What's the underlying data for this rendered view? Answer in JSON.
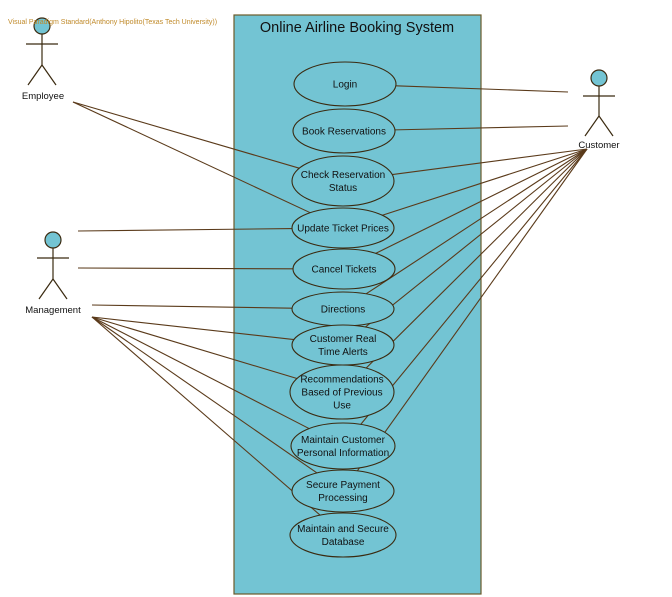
{
  "watermark": "Visual Paradigm Standard(Anthony Hipolito(Texas Tech University))",
  "system": {
    "title": "Online Airline Booking System"
  },
  "actors": {
    "employee": "Employee",
    "management": "Management",
    "customer": "Customer"
  },
  "use_cases": {
    "login": [
      "Login"
    ],
    "book": [
      "Book Reservations"
    ],
    "check": [
      "Check Reservation",
      "Status"
    ],
    "update": [
      "Update Ticket Prices"
    ],
    "cancel": [
      "Cancel Tickets"
    ],
    "directions": [
      "Directions"
    ],
    "alerts": [
      "Customer Real",
      "Time Alerts"
    ],
    "recommend": [
      "Recommendations",
      "Based of Previous",
      "Use"
    ],
    "maintain_info": [
      "Maintain Customer",
      "Personal Information"
    ],
    "payment": [
      "Secure Payment",
      "Processing"
    ],
    "database": [
      "Maintain and Secure",
      "Database"
    ]
  },
  "associations": {
    "employee": [
      "check",
      "update"
    ],
    "management": [
      "update",
      "cancel",
      "directions",
      "alerts",
      "recommend",
      "maintain_info",
      "payment",
      "database"
    ],
    "customer": [
      "login",
      "book",
      "check",
      "update",
      "cancel",
      "directions",
      "alerts",
      "recommend",
      "maintain_info",
      "payment"
    ]
  }
}
